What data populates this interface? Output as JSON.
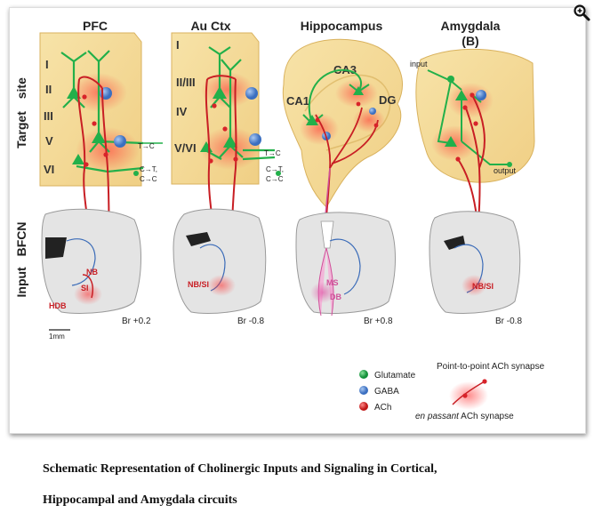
{
  "figure": {
    "columns": [
      {
        "title": "PFC",
        "subtitle": ""
      },
      {
        "title": "Au Ctx",
        "subtitle": ""
      },
      {
        "title": "Hippocampus",
        "subtitle": ""
      },
      {
        "title": "Amygdala",
        "subtitle": "(B)"
      }
    ],
    "row_labels": {
      "target_a": "Target",
      "target_b": "site",
      "input_a": "Input",
      "input_b": "BFCN"
    },
    "pfc_layers": [
      "I",
      "II",
      "III",
      "V",
      "VI"
    ],
    "au_layers": [
      "I",
      "II/III",
      "IV",
      "V/VI"
    ],
    "pfc_out": {
      "tc": "T→C",
      "ct": "C→T,",
      "cc": "C→C"
    },
    "au_out": {
      "tc": "T→C",
      "ct": "C→T,",
      "cc": "C→C"
    },
    "hippo_labels": {
      "ca3": "CA3",
      "ca1": "CA1",
      "dg": "DG"
    },
    "amyg_labels": {
      "input": "input",
      "output": "output"
    },
    "brain_labels": {
      "nb": "NB",
      "si": "SI",
      "hdb": "HDB",
      "nbsi_au": "NB/SI",
      "ms": "MS",
      "db": "DB",
      "nbsi_amyg": "NB/SI"
    },
    "bregma": [
      "Br +0.2",
      "Br -0.8",
      "Br +0.8",
      "Br -0.8"
    ],
    "scale_bar": "1mm",
    "legend": {
      "glutamate": "Glutamate",
      "gaba": "GABA",
      "ach": "ACh",
      "ptp": "Point-to-point ACh synapse",
      "enpassant_it": "en passant",
      "enpassant_rest": " ACh synapse"
    },
    "colors": {
      "glutamate": "#22b04a",
      "gaba": "#5b8fd6",
      "ach": "#d8232a",
      "panel": "#f5dc9a",
      "ms_db": "#d0509a"
    }
  },
  "caption": {
    "line1": "Schematic Representation of Cholinergic Inputs and Signaling in Cortical,",
    "line2": "Hippocampal and Amygdala circuits"
  }
}
